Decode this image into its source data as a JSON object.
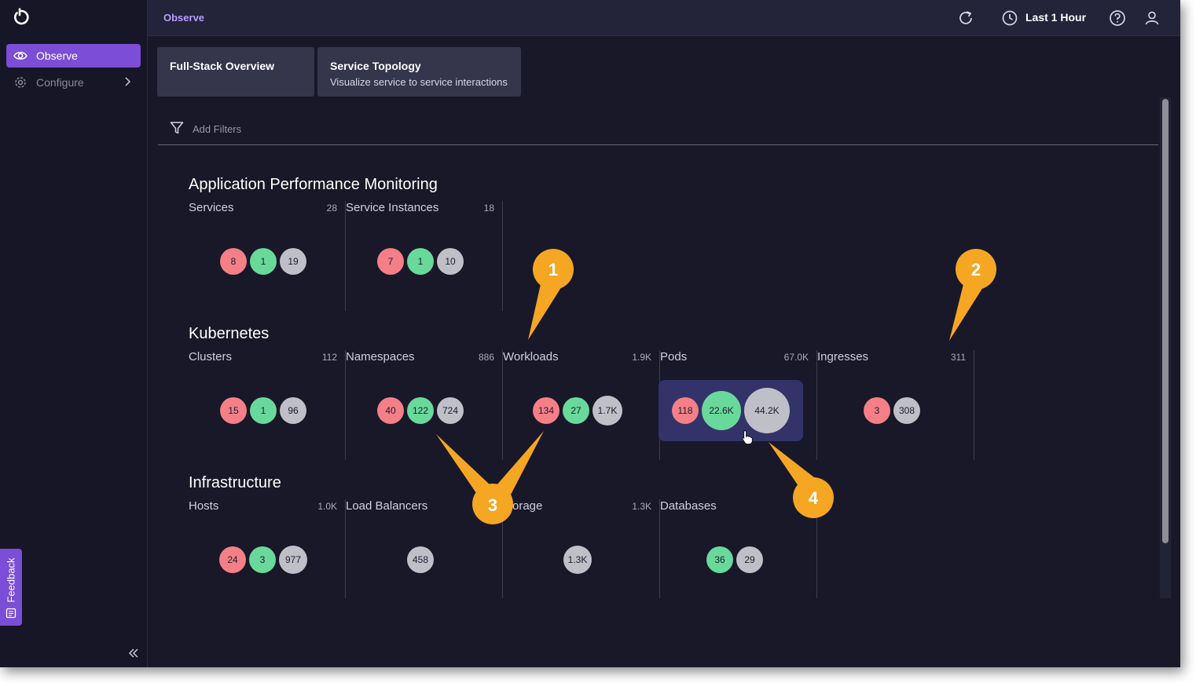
{
  "header": {
    "breadcrumb": "Observe",
    "time_range": "Last 1 Hour"
  },
  "sidebar": {
    "items": [
      {
        "label": "Observe",
        "icon": "eye-icon",
        "active": true
      },
      {
        "label": "Configure",
        "icon": "gear-icon",
        "active": false
      }
    ],
    "feedback_label": "Feedback"
  },
  "tabs": [
    {
      "title": "Full-Stack Overview",
      "subtitle": ""
    },
    {
      "title": "Service Topology",
      "subtitle": "Visualize service to service interactions"
    }
  ],
  "filters": {
    "placeholder": "Add Filters"
  },
  "sections": [
    {
      "title": "Application Performance Monitoring",
      "cards": [
        {
          "name": "Services",
          "count": "28",
          "bubbles": [
            {
              "color": "red",
              "value": "8"
            },
            {
              "color": "green",
              "value": "1"
            },
            {
              "color": "gray",
              "value": "19"
            }
          ]
        },
        {
          "name": "Service Instances",
          "count": "18",
          "bubbles": [
            {
              "color": "red",
              "value": "7"
            },
            {
              "color": "green",
              "value": "1"
            },
            {
              "color": "gray",
              "value": "10"
            }
          ]
        }
      ]
    },
    {
      "title": "Kubernetes",
      "cards": [
        {
          "name": "Clusters",
          "count": "112",
          "bubbles": [
            {
              "color": "red",
              "value": "15"
            },
            {
              "color": "green",
              "value": "1"
            },
            {
              "color": "gray",
              "value": "96"
            }
          ]
        },
        {
          "name": "Namespaces",
          "count": "886",
          "bubbles": [
            {
              "color": "red",
              "value": "40"
            },
            {
              "color": "green",
              "value": "122"
            },
            {
              "color": "gray",
              "value": "724"
            }
          ]
        },
        {
          "name": "Workloads",
          "count": "1.9K",
          "bubbles": [
            {
              "color": "red",
              "value": "134"
            },
            {
              "color": "green",
              "value": "27"
            },
            {
              "color": "gray",
              "value": "1.7K"
            }
          ]
        },
        {
          "name": "Pods",
          "count": "67.0K",
          "bubbles": [
            {
              "color": "red",
              "value": "118"
            },
            {
              "color": "green",
              "value": "22.6K"
            },
            {
              "color": "gray",
              "value": "44.2K"
            }
          ]
        },
        {
          "name": "Ingresses",
          "count": "311",
          "bubbles": [
            {
              "color": "red",
              "value": "3"
            },
            {
              "color": "gray",
              "value": "308"
            }
          ]
        }
      ]
    },
    {
      "title": "Infrastructure",
      "cards": [
        {
          "name": "Hosts",
          "count": "1.0K",
          "bubbles": [
            {
              "color": "red",
              "value": "24"
            },
            {
              "color": "green",
              "value": "3"
            },
            {
              "color": "gray",
              "value": "977"
            }
          ]
        },
        {
          "name": "Load Balancers",
          "count": "",
          "bubbles": [
            {
              "color": "gray",
              "value": "458"
            }
          ]
        },
        {
          "name": "orage",
          "count": "1.3K",
          "bubbles": [
            {
              "color": "gray",
              "value": "1.3K"
            }
          ]
        },
        {
          "name": "Databases",
          "count": "",
          "bubbles": [
            {
              "color": "green",
              "value": "36"
            },
            {
              "color": "gray",
              "value": "29"
            }
          ]
        }
      ]
    }
  ],
  "callouts": [
    "1",
    "2",
    "3",
    "4"
  ],
  "colors": {
    "accent": "#7c4dd6",
    "background": "#181829",
    "red": "#f47f86",
    "green": "#68d99a",
    "gray": "#bfbfc8",
    "callout": "#f5a623"
  }
}
